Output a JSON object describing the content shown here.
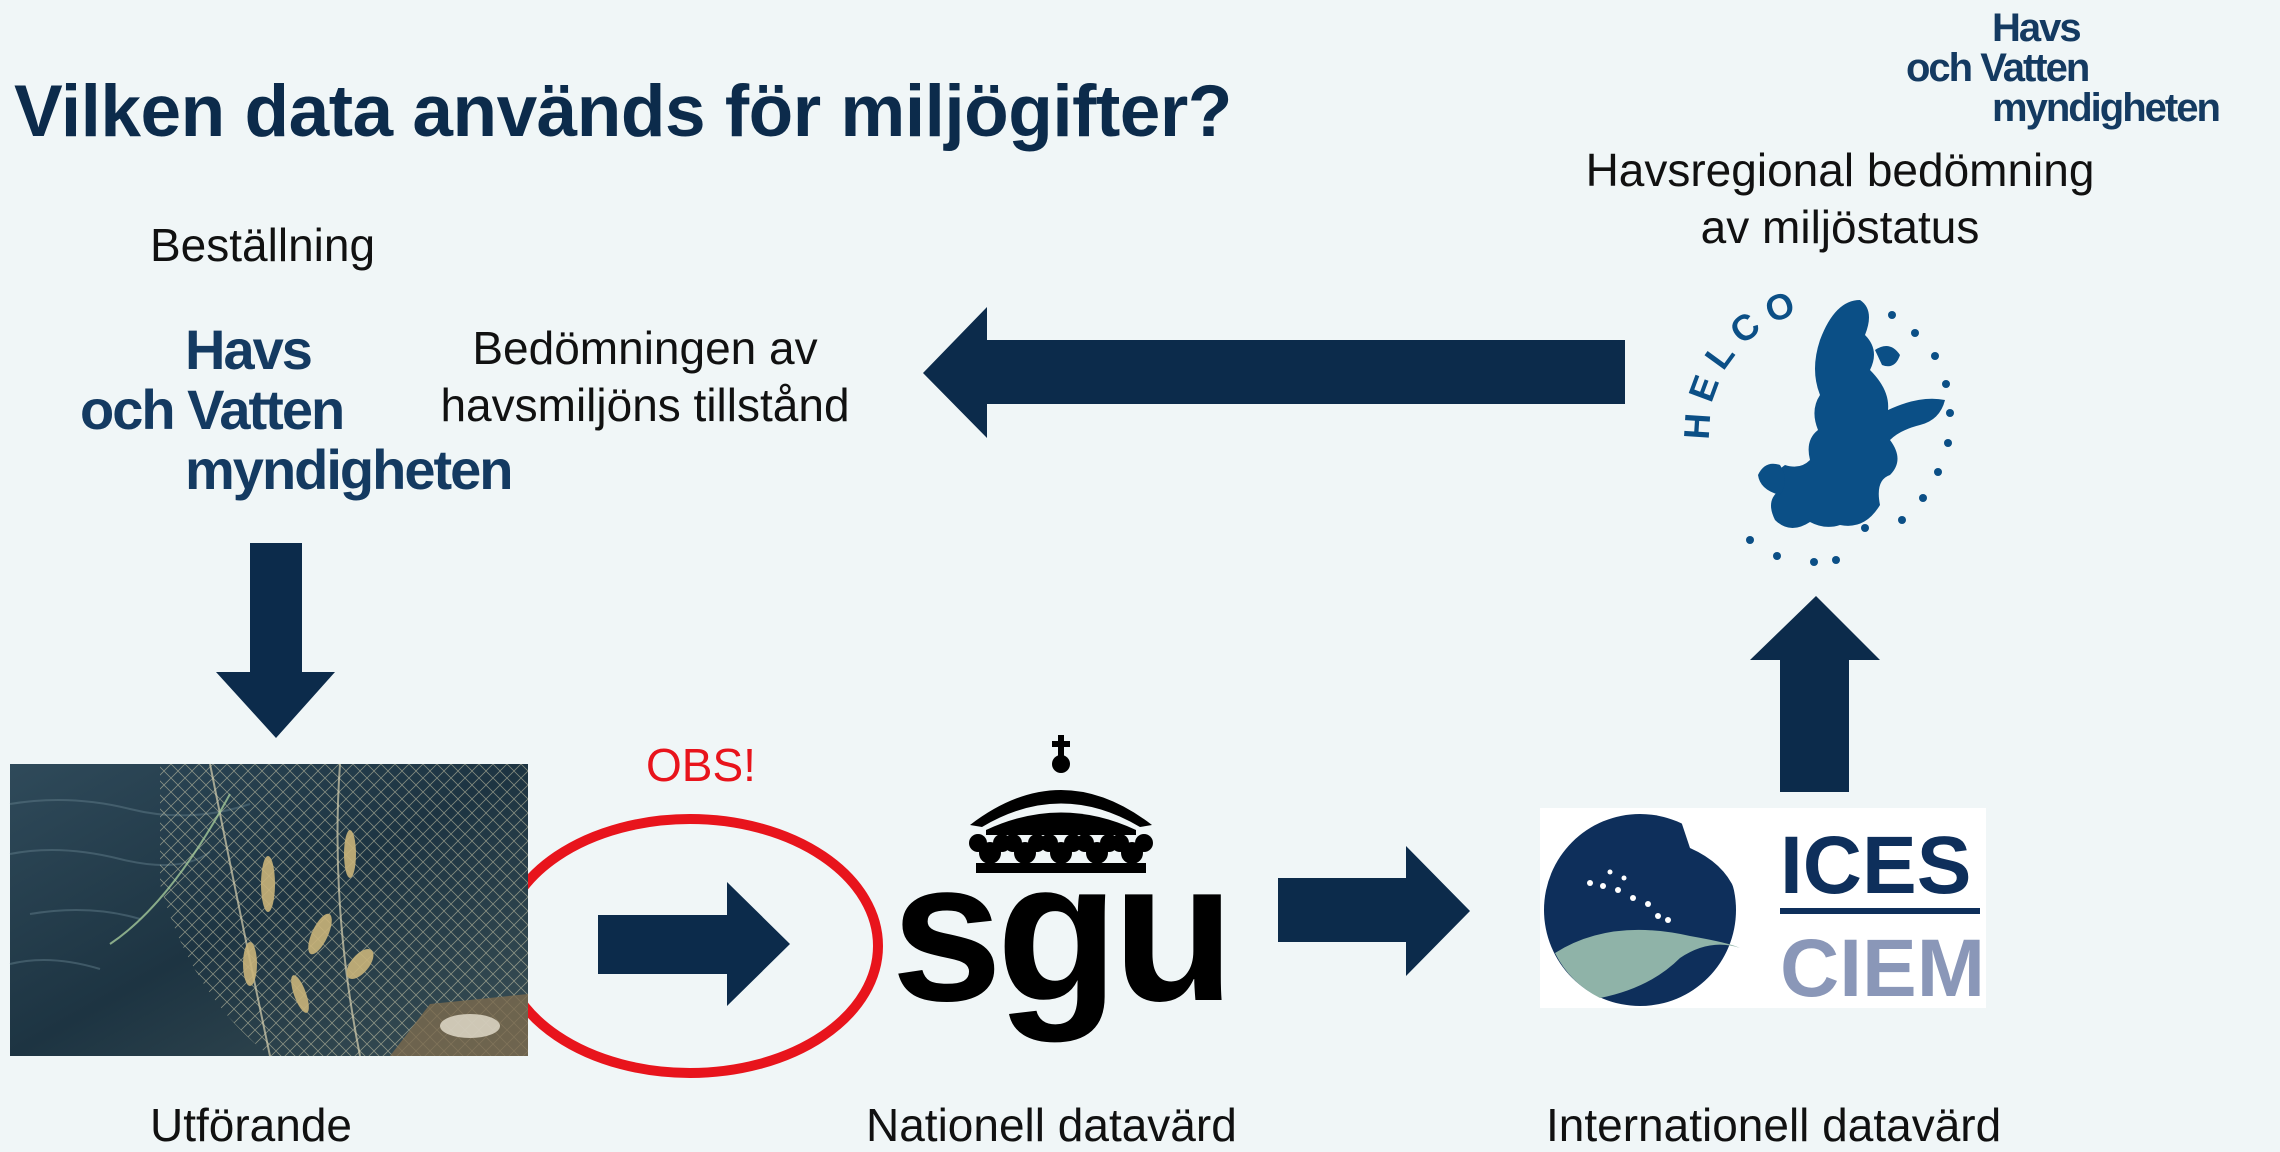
{
  "title": "Vilken data används för miljögifter?",
  "labels": {
    "order": "Beställning",
    "assessment_line1": "Bedömningen av",
    "assessment_line2": "havsmiljöns tillstånd",
    "regional_line1": "Havsregional bedömning",
    "regional_line2": "av miljöstatus",
    "execution": "Utförande",
    "national_host": "Nationell datavärd",
    "international_host": "Internationell datavärd",
    "obs": "OBS!"
  },
  "hav_logo": {
    "line1": "Havs",
    "line2_prefix": "och",
    "line2_word": "Vatten",
    "line3": "myndigheten"
  },
  "helcom_text": "HELCOM",
  "sgu_text": "sgu",
  "ices_text": "ICES",
  "ciem_text": "CIEM",
  "colors": {
    "arrow": "#0c2b4b",
    "title": "#0c2b4b",
    "obs": "#e8141c",
    "helcom": "#0b4f86",
    "ices_dark": "#0e2f5b",
    "ciem_gray": "#8a97b8",
    "ices_wave": "#8fb3a8"
  },
  "icons": [
    "fishing-net-photo",
    "swedish-crown-icon",
    "baltic-sea-map-icon"
  ]
}
